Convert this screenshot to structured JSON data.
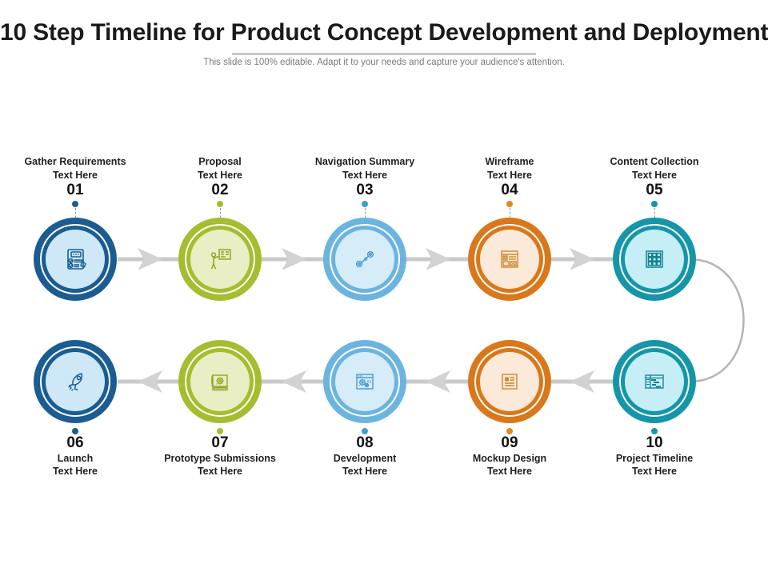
{
  "header": {
    "title": "10 Step Timeline for Product Concept Development and Deployment",
    "subtitle": "This slide is 100% editable.  Adapt it to your needs and capture your audience's attention."
  },
  "palette": {
    "navy": "#1b5d92",
    "navy_dark": "#174f7d",
    "navy_light_fill": "#cfe8f7",
    "olive": "#a5bd2e",
    "olive_fill": "#e9eec4",
    "sky": "#6bb4e0",
    "sky_fill": "#d6ecf9",
    "orange": "#d9781a",
    "orange_fill": "#fbeada",
    "teal": "#1596a8",
    "teal_fill": "#c5eef6",
    "arrow_gray": "#c9c9c9",
    "line_gray": "#b4b4b4",
    "dot_navy": "#1b5d92",
    "dot_olive": "#a5bd2e",
    "dot_sky": "#3d9fd1",
    "dot_orange": "#e08a1e",
    "dot_teal": "#1596a8"
  },
  "steps": [
    {
      "number": "01",
      "label": "Gather Requirements",
      "sublabel": "Text Here",
      "icon": "checklist-document-pen-icon",
      "row": "top",
      "ring": "#1b5d92",
      "fill": "#cfe8f7",
      "stroke": "#1b5d92",
      "dot": "#1b5d92"
    },
    {
      "number": "02",
      "label": "Proposal",
      "sublabel": "Text Here",
      "icon": "presenter-board-icon",
      "row": "top",
      "ring": "#a5bd2e",
      "fill": "#e9eec4",
      "stroke": "#8fa527",
      "dot": "#a5bd2e"
    },
    {
      "number": "03",
      "label": "Navigation Summary",
      "sublabel": "Text Here",
      "icon": "navigation-path-icon",
      "row": "top",
      "ring": "#6bb4e0",
      "fill": "#d6ecf9",
      "stroke": "#4a9bd0",
      "dot": "#3d9fd1"
    },
    {
      "number": "04",
      "label": "Wireframe",
      "sublabel": "Text Here",
      "icon": "wireframe-layout-icon",
      "row": "top",
      "ring": "#d9781a",
      "fill": "#fbeada",
      "stroke": "#cf8a2d",
      "dot": "#e08a1e"
    },
    {
      "number": "05",
      "label": "Content Collection",
      "sublabel": "Text Here",
      "icon": "grid-squares-icon",
      "row": "top",
      "ring": "#1596a8",
      "fill": "#c5eef6",
      "stroke": "#12808f",
      "dot": "#1596a8"
    },
    {
      "number": "06",
      "label": "Launch",
      "sublabel": "Text Here",
      "icon": "rocket-icon",
      "row": "bottom",
      "ring": "#1b5d92",
      "fill": "#cfe8f7",
      "stroke": "#1b5d92",
      "dot": "#1b5d92"
    },
    {
      "number": "07",
      "label": "Prototype Submissions",
      "sublabel": "Text Here",
      "icon": "blueprint-gear-icon",
      "row": "bottom",
      "ring": "#a5bd2e",
      "fill": "#e9eec4",
      "stroke": "#8fa527",
      "dot": "#a5bd2e"
    },
    {
      "number": "08",
      "label": "Development",
      "sublabel": "Text Here",
      "icon": "browser-gears-icon",
      "row": "bottom",
      "ring": "#6bb4e0",
      "fill": "#d6ecf9",
      "stroke": "#4a9bd0",
      "dot": "#3d9fd1"
    },
    {
      "number": "09",
      "label": "Mockup Design",
      "sublabel": "Text Here",
      "icon": "mockup-document-icon",
      "row": "bottom",
      "ring": "#d9781a",
      "fill": "#fbeada",
      "stroke": "#cf8a2d",
      "dot": "#e08a1e"
    },
    {
      "number": "10",
      "label": "Project Timeline",
      "sublabel": "Text Here",
      "icon": "gantt-chart-icon",
      "row": "bottom",
      "ring": "#1596a8",
      "fill": "#c5eef6",
      "stroke": "#12808f",
      "dot": "#1596a8"
    }
  ]
}
